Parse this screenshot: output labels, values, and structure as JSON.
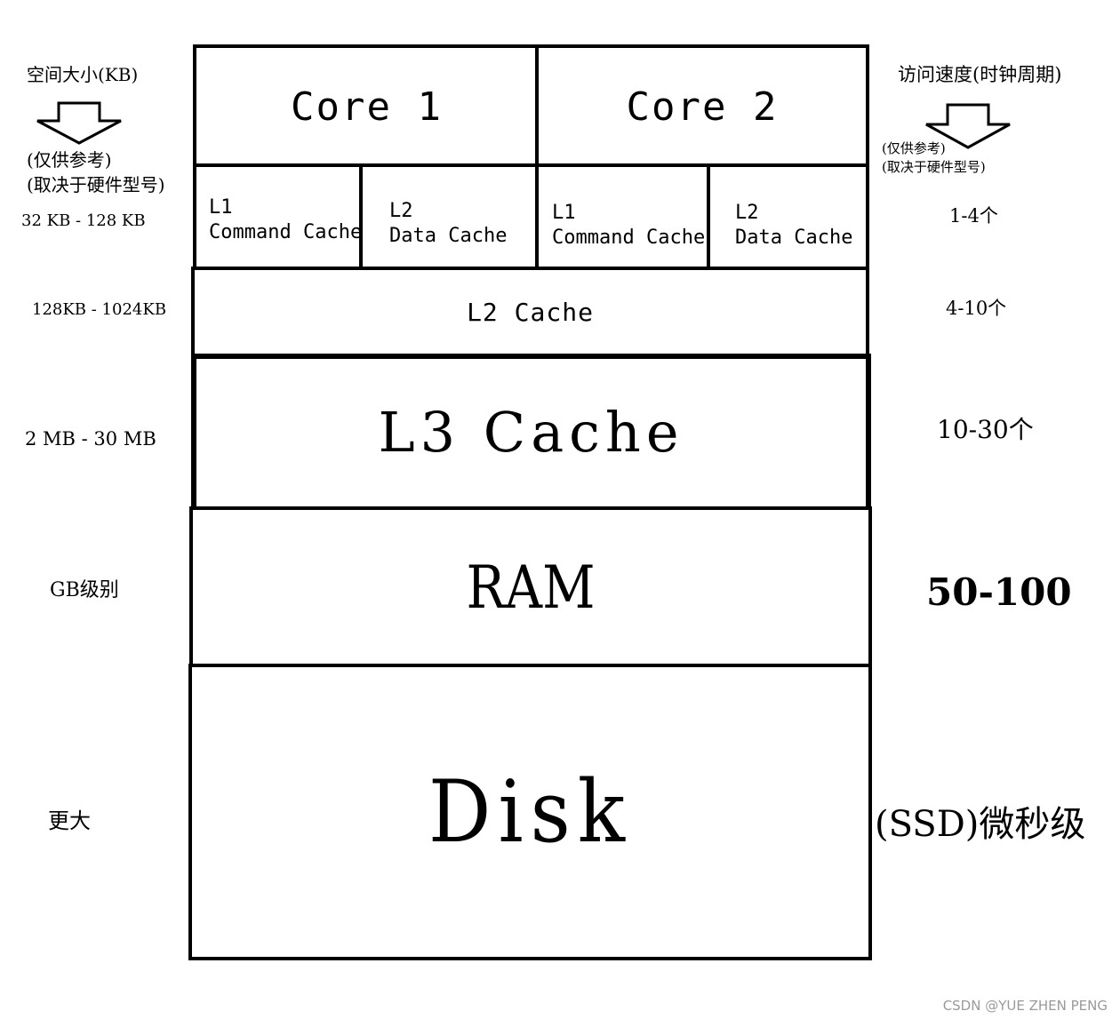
{
  "left_column": {
    "header": "空间大小(KB)",
    "note_line1": "(仅供参考)",
    "note_line2": "(取决于硬件型号)",
    "l1_size": "32 KB - 128 KB",
    "l2_size": "128KB - 1024KB",
    "l3_size": "2 MB - 30 MB",
    "ram_size": "GB级别",
    "disk_size": "更大"
  },
  "right_column": {
    "header": "访问速度(时钟周期)",
    "note_line1": "(仅供参考)",
    "note_line2": "(取决于硬件型号)",
    "l1_speed": "1-4个",
    "l2_speed": "4-10个",
    "l3_speed": "10-30个",
    "ram_speed": "50-100",
    "disk_speed": "(SSD)微秒级"
  },
  "diagram": {
    "core1": "Core 1",
    "core2": "Core 2",
    "core1_l1_line1": "L1",
    "core1_l1_line2": "Command Cache",
    "core1_l2_line1": "L2",
    "core1_l2_line2": "Data Cache",
    "core2_l1_line1": "L1",
    "core2_l1_line2": "Command Cache",
    "core2_l2_line1": "L2",
    "core2_l2_line2": "Data Cache",
    "l2_cache": "L2 Cache",
    "l3_cache": "L3 Cache",
    "ram": "RAM",
    "disk": "Disk"
  },
  "watermark": "CSDN @YUE ZHEN PENG"
}
